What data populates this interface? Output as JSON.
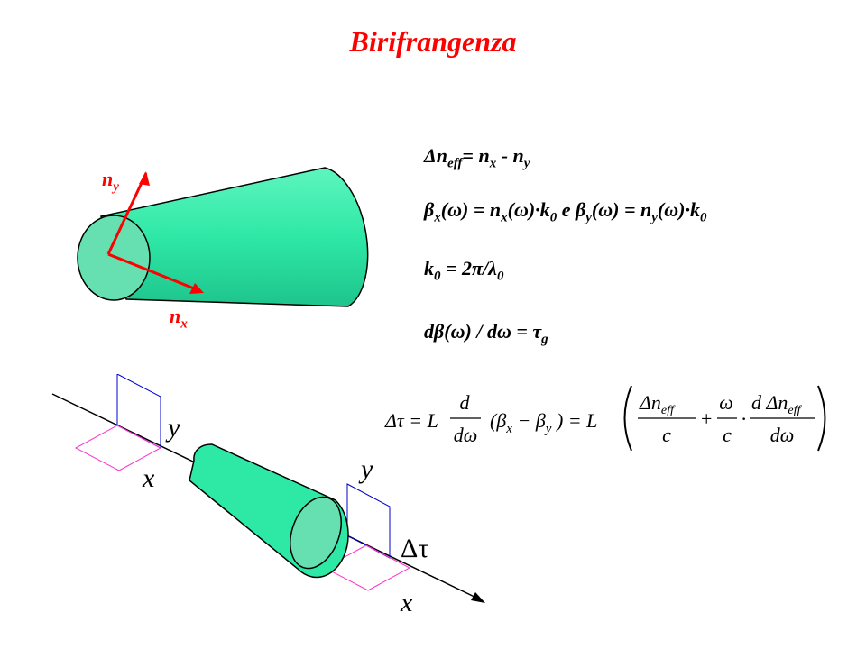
{
  "title": "Birifrangenza",
  "cylinder_labels": {
    "ny_base": "n",
    "ny_sub": "y",
    "nx_base": "n",
    "nx_sub": "x"
  },
  "equations": {
    "eq1": {
      "a": "Δn",
      "a_sub": "eff",
      "b": "= n",
      "b_sub": "x",
      "c": " -  n",
      "c_sub": "y"
    },
    "eq2": {
      "a": "β",
      "a_sub": "x",
      "b": "(ω) = n",
      "b_sub": "x",
      "c": "(ω)·k",
      "c_sub": "0",
      "d": "  e  β",
      "d_sub": "y",
      "e": "(ω) = n",
      "e_sub": "y",
      "f": "(ω)·k",
      "f_sub": "0"
    },
    "eq3": {
      "a": "k",
      "a_sub": "0",
      "b": " = 2π/λ",
      "b_sub": "0"
    },
    "eq4": {
      "a": "dβ(ω) / dω = τ",
      "a_sub": "g"
    }
  },
  "formula": {
    "lhs": "Δτ = L",
    "frac1_num": "d",
    "frac1_den": "dω",
    "paren": "(β",
    "bx_sub": "x",
    "minus": " − β",
    "by_sub": "y",
    "close": " ) = L",
    "f2_num": "Δn",
    "f2_num_sub": "eff",
    "f2_den": "c",
    "plus": "+",
    "f3_num": "ω",
    "f3_den": "c",
    "dot": "·",
    "f4_num": "d Δn",
    "f4_num_sub": "eff",
    "f4_den": "dω"
  },
  "lower_labels": {
    "y_left": "y",
    "x_left": "x",
    "y_right": "y",
    "x_right": "x",
    "delay": "Δτ"
  },
  "colors": {
    "title": "#ff0000",
    "cylinder": "#2ee8a6",
    "cylinder_end": "#66e0b0",
    "vertical_pol": "#0000cc",
    "horizontal_pol": "#ff33cc",
    "axis": "#ff0000"
  }
}
